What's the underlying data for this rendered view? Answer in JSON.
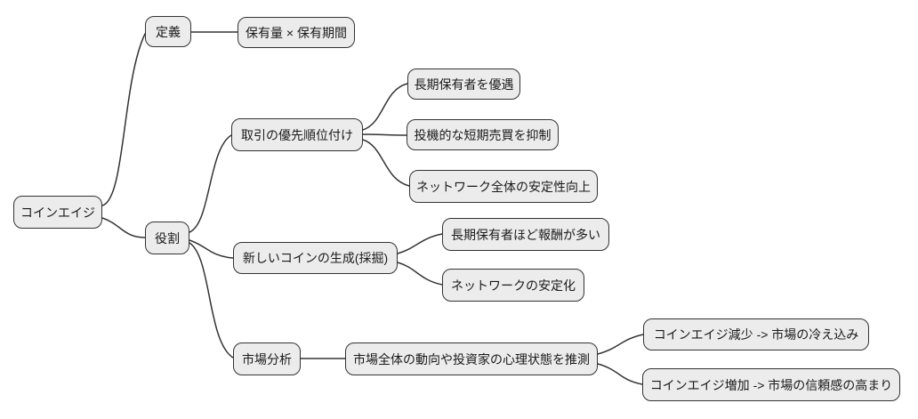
{
  "diagram": {
    "type": "mindmap",
    "colors": {
      "node_fill": "#ececec",
      "node_border": "#333333",
      "edge": "#333333",
      "text": "#1a1a1a",
      "background": "#ffffff"
    }
  },
  "mindmap": {
    "root": {
      "label": "コインエイジ",
      "children": [
        {
          "label": "定義",
          "children": [
            {
              "label": "保有量 × 保有期間"
            }
          ]
        },
        {
          "label": "役割",
          "children": [
            {
              "label": "取引の優先順位付け",
              "children": [
                {
                  "label": "長期保有者を優遇"
                },
                {
                  "label": "投機的な短期売買を抑制"
                },
                {
                  "label": "ネットワーク全体の安定性向上"
                }
              ]
            },
            {
              "label": "新しいコインの生成(採掘)",
              "children": [
                {
                  "label": "長期保有者ほど報酬が多い"
                },
                {
                  "label": "ネットワークの安定化"
                }
              ]
            },
            {
              "label": "市場分析",
              "children": [
                {
                  "label": "市場全体の動向や投資家の心理状態を推測",
                  "children": [
                    {
                      "label": "コインエイジ減少 -> 市場の冷え込み"
                    },
                    {
                      "label": "コインエイジ増加 -> 市場の信頼感の高まり"
                    }
                  ]
                }
              ]
            }
          ]
        }
      ]
    }
  }
}
